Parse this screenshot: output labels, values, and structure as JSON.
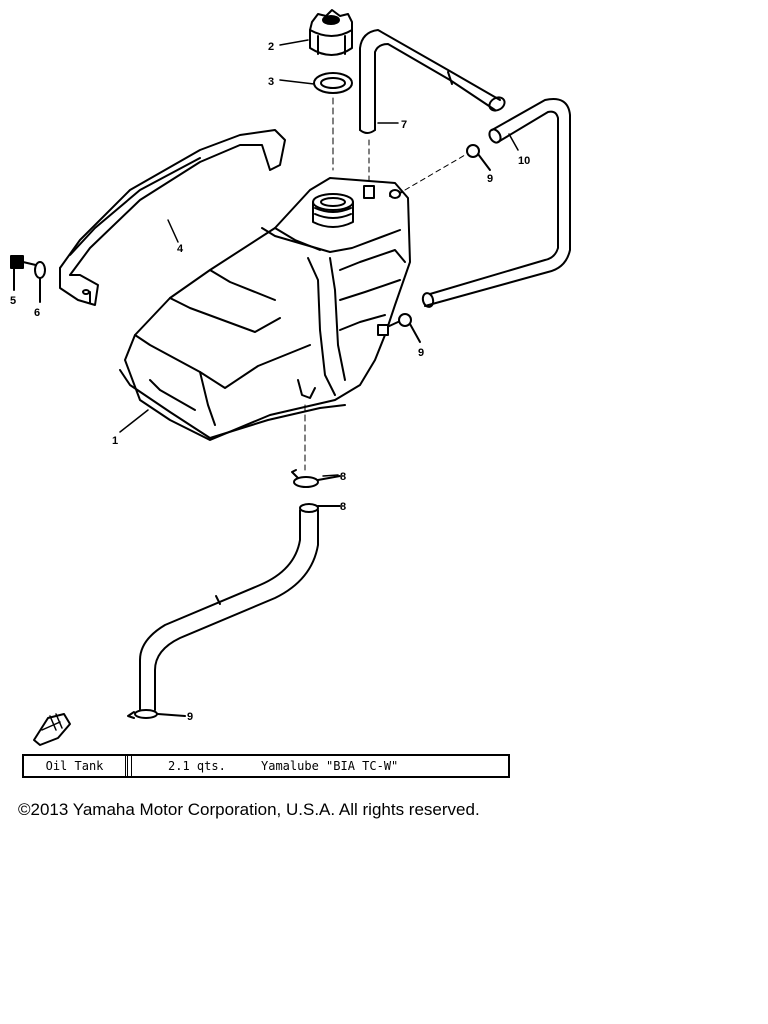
{
  "diagram": {
    "callouts": [
      {
        "id": "cap",
        "label": "2"
      },
      {
        "id": "gasket",
        "label": "3"
      },
      {
        "id": "hose-top",
        "label": "7"
      },
      {
        "id": "clip-right",
        "label": "9"
      },
      {
        "id": "hose-vent",
        "label": "10"
      },
      {
        "id": "bracket",
        "label": "4"
      },
      {
        "id": "bolt",
        "label": "5"
      },
      {
        "id": "washer",
        "label": "6"
      },
      {
        "id": "clip-side",
        "label": "9"
      },
      {
        "id": "tank",
        "label": "1"
      },
      {
        "id": "clip-upper",
        "label": "8"
      },
      {
        "id": "hose-end",
        "label": "8"
      },
      {
        "id": "clip-bottom",
        "label": "9"
      }
    ]
  },
  "spec": {
    "name": "Oil Tank",
    "quantity": "2.1 qts.",
    "lubricant": "Yamalube \"BIA TC-W\""
  },
  "footer": {
    "copyright": "©2013 Yamaha Motor Corporation, U.S.A. All rights reserved."
  }
}
